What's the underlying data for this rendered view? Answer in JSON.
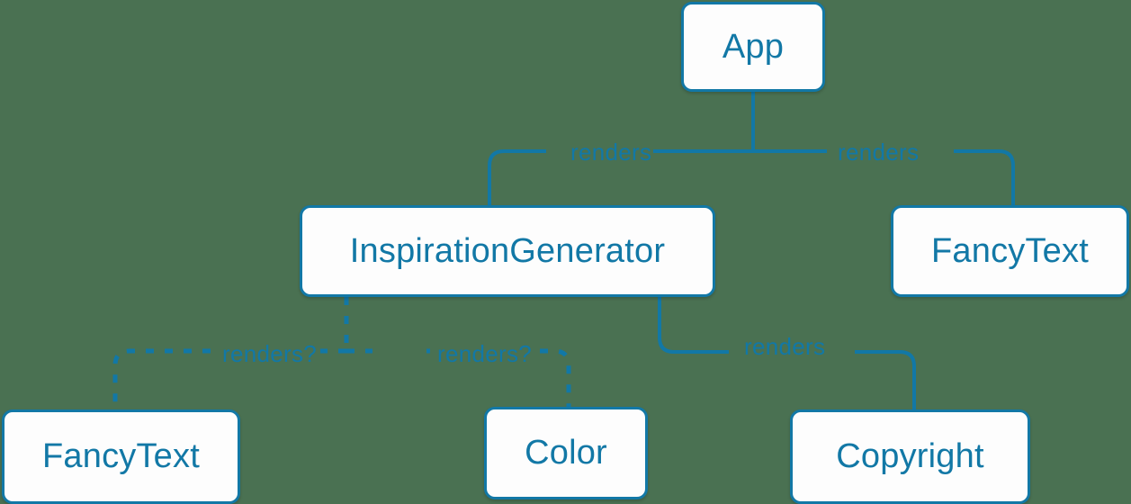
{
  "diagram": {
    "type": "component-tree",
    "background_color": "#4a7152",
    "node_fill": "#fdfdfd",
    "accent_color": "#1278a6",
    "nodes": [
      {
        "id": "app",
        "label": "App"
      },
      {
        "id": "inspiration-generator",
        "label": "InspirationGenerator"
      },
      {
        "id": "fancytext-right",
        "label": "FancyText"
      },
      {
        "id": "fancytext-left",
        "label": "FancyText"
      },
      {
        "id": "color",
        "label": "Color"
      },
      {
        "id": "copyright",
        "label": "Copyright"
      }
    ],
    "edges": [
      {
        "id": "app-inspiration",
        "from": "app",
        "to": "inspiration-generator",
        "label": "renders",
        "style": "solid"
      },
      {
        "id": "app-fancytext-right",
        "from": "app",
        "to": "fancytext-right",
        "label": "renders",
        "style": "solid"
      },
      {
        "id": "inspiration-fancytext-left",
        "from": "inspiration-generator",
        "to": "fancytext-left",
        "label": "renders?",
        "style": "dashed"
      },
      {
        "id": "inspiration-color",
        "from": "inspiration-generator",
        "to": "color",
        "label": "renders?",
        "style": "dashed"
      },
      {
        "id": "inspiration-copyright",
        "from": "inspiration-generator",
        "to": "copyright",
        "label": "renders",
        "style": "solid"
      }
    ]
  }
}
